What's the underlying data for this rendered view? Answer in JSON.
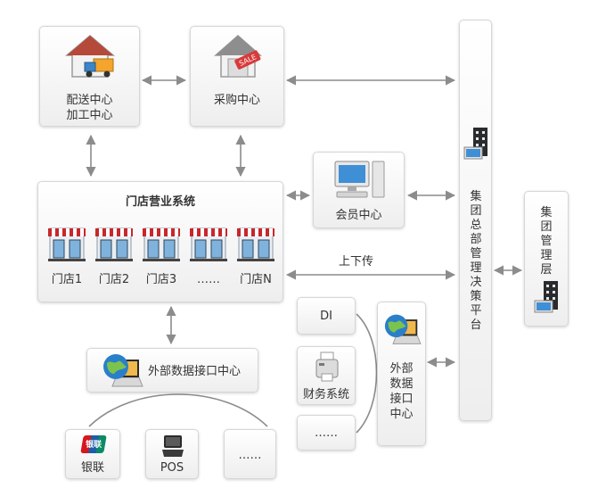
{
  "nodes": {
    "distribution": {
      "label1": "配送中心",
      "label2": "加工中心"
    },
    "purchase": {
      "label": "采购中心"
    },
    "member": {
      "label": "会员中心"
    },
    "store_system": {
      "title": "门店营业系统",
      "stores": [
        "门店1",
        "门店2",
        "门店3",
        "……",
        "门店N"
      ]
    },
    "hq_platform": {
      "label": "集团总部管理决策平台"
    },
    "group_mgmt": {
      "label": "集团管理层"
    },
    "external_center": {
      "label": "外部数据接口中心"
    },
    "external_v": {
      "label": "外部数据接口中心"
    },
    "di": {
      "label": "DI"
    },
    "finance": {
      "label": "财务系统"
    },
    "more_right": {
      "label": "……"
    },
    "unionpay": {
      "label": "银联",
      "logo_text": "银联"
    },
    "pos": {
      "label": "POS"
    },
    "more_bottom": {
      "label": "……"
    }
  },
  "edges": {
    "upload_label": "上下传"
  },
  "colors": {
    "arrow": "#8c8c8c",
    "box_border": "#d6d6d6",
    "awning_red": "#c8272b",
    "unionpay_red": "#d7161e",
    "globe_blue": "#2a7fc9"
  },
  "icons": [
    "house-truck-icon",
    "house-sale-icon",
    "computer-icon",
    "store-icon",
    "building-monitor-icon",
    "globe-laptop-icon",
    "printer-icon",
    "pos-terminal-icon",
    "unionpay-logo"
  ]
}
